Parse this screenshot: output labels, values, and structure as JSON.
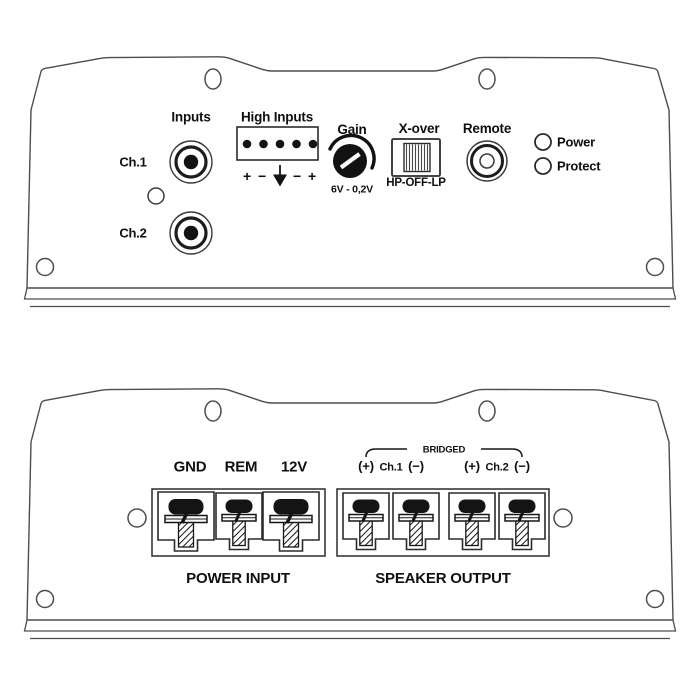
{
  "colors": {
    "background": "#ffffff",
    "panel_line": "#4d4d4d",
    "component_line": "#2b2b2b",
    "ink": "#101010"
  },
  "top_panel": {
    "inputs": {
      "label": "Inputs",
      "ch1_label": "Ch.1",
      "ch2_label": "Ch.2"
    },
    "high_inputs": {
      "label": "High Inputs",
      "plus_left": "+",
      "minus_left": "−",
      "minus_right": "−",
      "plus_right": "+"
    },
    "gain": {
      "label": "Gain",
      "range": "6V - 0,2V"
    },
    "crossover": {
      "label": "X-over",
      "positions": "HP-OFF-LP"
    },
    "remote": {
      "label": "Remote"
    },
    "leds": [
      {
        "label": "Power"
      },
      {
        "label": "Protect"
      }
    ]
  },
  "bottom_panel": {
    "power_input": {
      "label": "POWER INPUT",
      "terminals": [
        "GND",
        "REM",
        "12V"
      ]
    },
    "speaker_output": {
      "label": "SPEAKER OUTPUT",
      "bridged_label": "BRIDGED",
      "channels": [
        {
          "plus": "(+)",
          "name": "Ch.1",
          "minus": "(−)"
        },
        {
          "plus": "(+)",
          "name": "Ch.2",
          "minus": "(−)"
        }
      ]
    }
  }
}
